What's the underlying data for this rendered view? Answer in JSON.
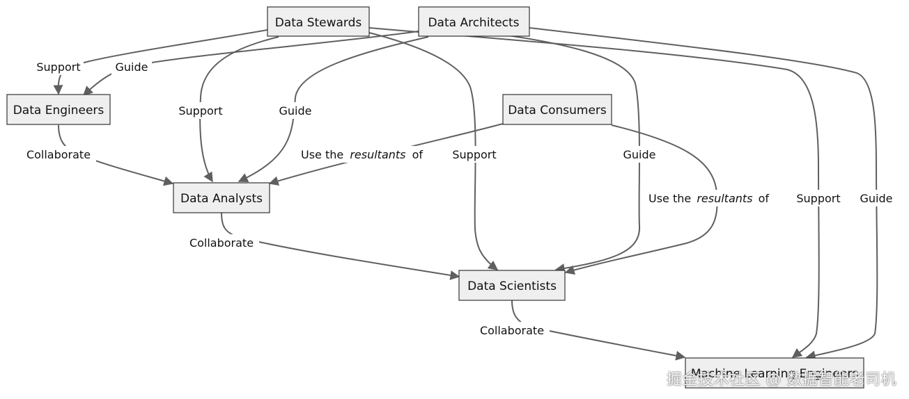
{
  "diagram": {
    "nodes": {
      "data_stewards": "Data Stewards",
      "data_architects": "Data Architects",
      "data_engineers": "Data Engineers",
      "data_consumers": "Data Consumers",
      "data_analysts": "Data Analysts",
      "data_scientists": "Data Scientists",
      "ml_engineers": "Machine Learning Engineers"
    },
    "edge_labels": {
      "support": "Support",
      "guide": "Guide",
      "collaborate": "Collaborate",
      "use_the": "Use the",
      "resultants": "resultants",
      "of": "of"
    },
    "colors": {
      "node_fill": "#efefef",
      "node_stroke": "#333333",
      "edge": "#5f5f5f"
    }
  },
  "watermark": "掘金技术社区 @ 数据智能老司机"
}
